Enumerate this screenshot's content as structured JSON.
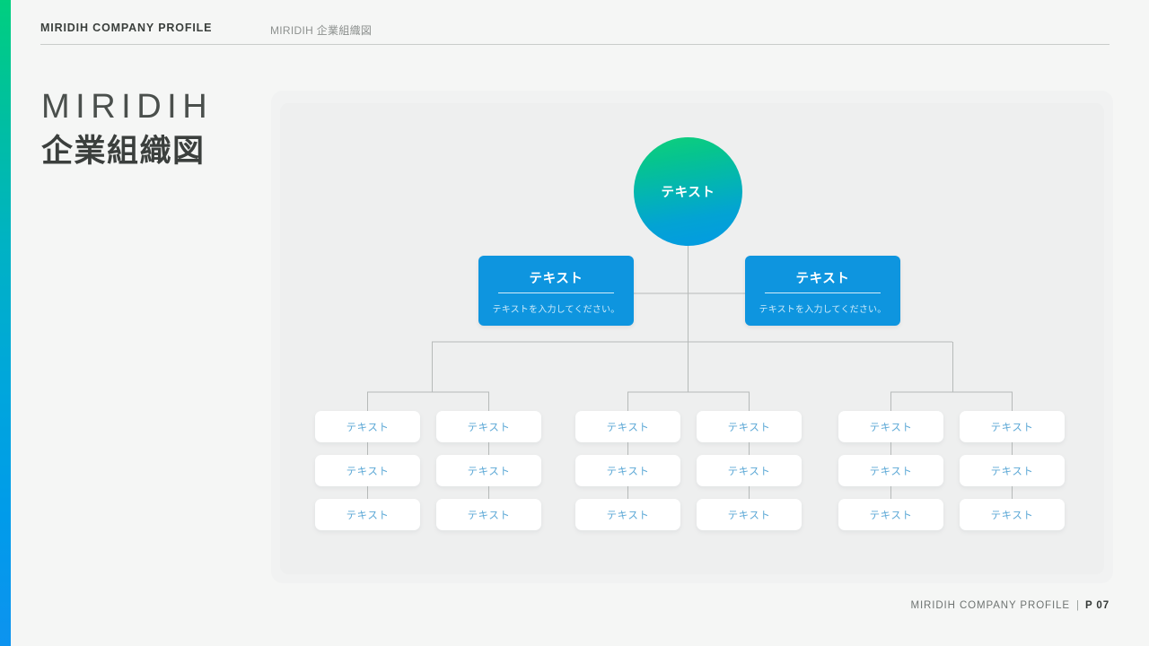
{
  "accent": {
    "gradient_start": "#00cf7f",
    "gradient_end": "#0d93ef"
  },
  "header": {
    "title": "MIRIDIH COMPANY PROFILE",
    "subtitle": "MIRIDIH 企業組織図"
  },
  "page_title": {
    "line1": "MIRIDIH",
    "line2": "企業組織図"
  },
  "colors": {
    "page_background": "#f5f6f5",
    "panel_outer": "#f1f2f2",
    "panel_inner": "#eeefef",
    "node_blue": "#0e95df",
    "card_text": "#5ca8d6",
    "connector": "#b6bab9"
  },
  "chart_data": {
    "type": "org-chart",
    "root": {
      "label": "テキスト",
      "shape": "circle",
      "fill": "green-to-blue-gradient"
    },
    "level2": [
      {
        "title": "テキスト",
        "subtitle": "テキストを入力してください。",
        "side": "left"
      },
      {
        "title": "テキスト",
        "subtitle": "テキストを入力してください。",
        "side": "right"
      }
    ],
    "groups": [
      {
        "name": "group-left",
        "columns": [
          {
            "cards": [
              "テキスト",
              "テキスト",
              "テキスト"
            ]
          },
          {
            "cards": [
              "テキスト",
              "テキスト",
              "テキスト"
            ]
          }
        ]
      },
      {
        "name": "group-center",
        "columns": [
          {
            "cards": [
              "テキスト",
              "テキスト",
              "テキスト"
            ]
          },
          {
            "cards": [
              "テキスト",
              "テキスト",
              "テキスト"
            ]
          }
        ]
      },
      {
        "name": "group-right",
        "columns": [
          {
            "cards": [
              "テキスト",
              "テキスト",
              "テキスト"
            ]
          },
          {
            "cards": [
              "テキスト",
              "テキスト",
              "テキスト"
            ]
          }
        ]
      }
    ]
  },
  "footer": {
    "text": "MIRIDIH COMPANY PROFILE",
    "separator": "|",
    "page": "P 07"
  }
}
